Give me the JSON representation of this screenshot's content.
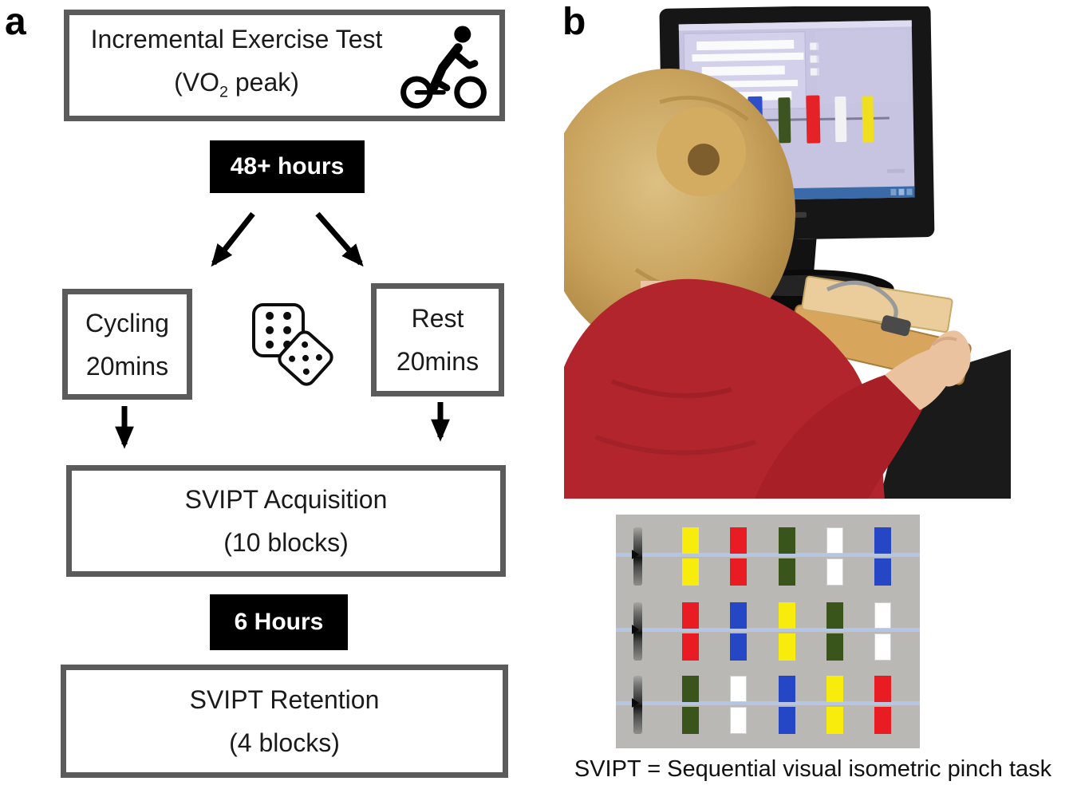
{
  "panels": {
    "a_label": "a",
    "b_label": "b"
  },
  "flowchart": {
    "border_color": "#5b5b5b",
    "incremental_test": {
      "line1": "Incremental Exercise Test",
      "vo2_pre": "(VO",
      "vo2_sub": "2",
      "vo2_post": " peak)"
    },
    "interval_1": "48+ hours",
    "cycling": {
      "line1": "Cycling",
      "line2": "20mins"
    },
    "rest": {
      "line1": "Rest",
      "line2": "20mins"
    },
    "acquisition": {
      "line1": "SVIPT Acquisition",
      "line2": "(10 blocks)"
    },
    "interval_2": "6 Hours",
    "retention": {
      "line1": "SVIPT Retention",
      "line2": "(4 blocks)"
    },
    "dice_pips": [
      6,
      5
    ]
  },
  "svipt_display": {
    "background": "#b9b8b5",
    "guide_line_color": "#b5c6e4",
    "palette": {
      "yellow": "#f8ec0c",
      "red": "#ea1c23",
      "green": "#3a551c",
      "white": "#ffffff",
      "blue": "#2547c6"
    },
    "rows": [
      [
        "yellow",
        "red",
        "green",
        "white",
        "blue"
      ],
      [
        "red",
        "blue",
        "yellow",
        "green",
        "white"
      ],
      [
        "green",
        "white",
        "blue",
        "yellow",
        "red"
      ]
    ]
  },
  "photo": {
    "description": "participant seated at monitor performing isometric pinch task",
    "screen_background": "#c7c4e2",
    "taskbar_color": "#3a6aa8",
    "screen_bar_colors": [
      "#8f8f72",
      "#2f4fca",
      "#3c5520",
      "#e62229",
      "#f2f2f5",
      "#efdf1f"
    ]
  },
  "caption": "SVIPT = Sequential visual isometric pinch task"
}
